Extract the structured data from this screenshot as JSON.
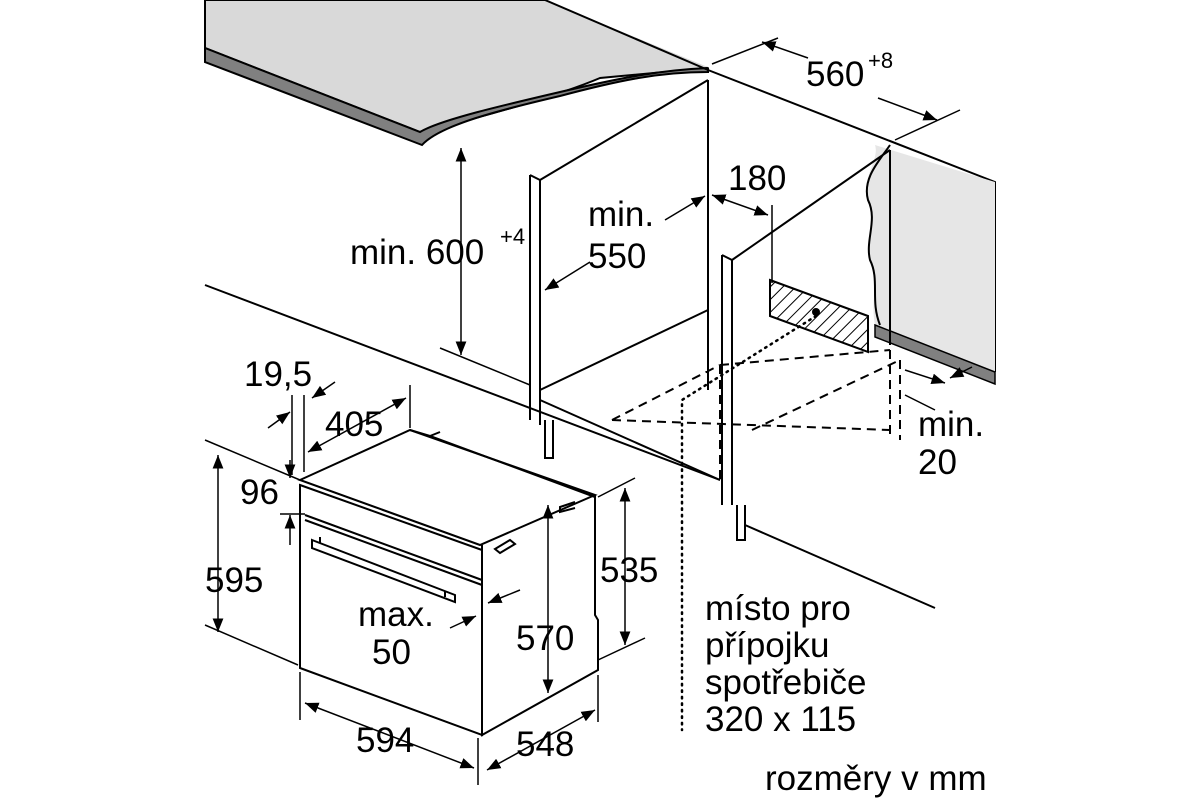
{
  "diagram": {
    "cabinet": {
      "height_label": "min. 600",
      "height_sup": "+4",
      "depth_label_1": "min.",
      "depth_label_2": "550",
      "width_label": "560",
      "width_sup": "+8",
      "connection_offset": "180",
      "side_gap_1": "min.",
      "side_gap_2": "20"
    },
    "oven": {
      "top_offset": "19,5",
      "top_depth": "405",
      "panel_height": "96",
      "height": "595",
      "width": "594",
      "depth": "548",
      "body_height": "570",
      "inner_height": "535",
      "door_projection_1": "max.",
      "door_projection_2": "50"
    },
    "connection_note": [
      "místo pro",
      "přípojku",
      "spotřebiče",
      "320 x 115"
    ],
    "units_note": "rozměry v mm"
  }
}
